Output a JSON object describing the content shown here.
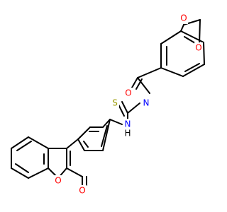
{
  "diagram": {
    "type": "chemical-structure",
    "atom_labels": {
      "amide_oxygen": "O",
      "amide_nitrogen": "N",
      "dioxole_oxygen_top": "O",
      "dioxole_oxygen_right": "O",
      "thione_sulfur": "S",
      "thiourea_nitrogen": "N",
      "thiourea_hydrogen": "H",
      "ring_oxygen": "O",
      "lactone_oxygen": "O"
    },
    "colors": {
      "bond": "#000000",
      "oxygen": "#ff0000",
      "nitrogen": "#0000ff",
      "sulfur": "#999900",
      "hydrogen": "#000000"
    }
  }
}
